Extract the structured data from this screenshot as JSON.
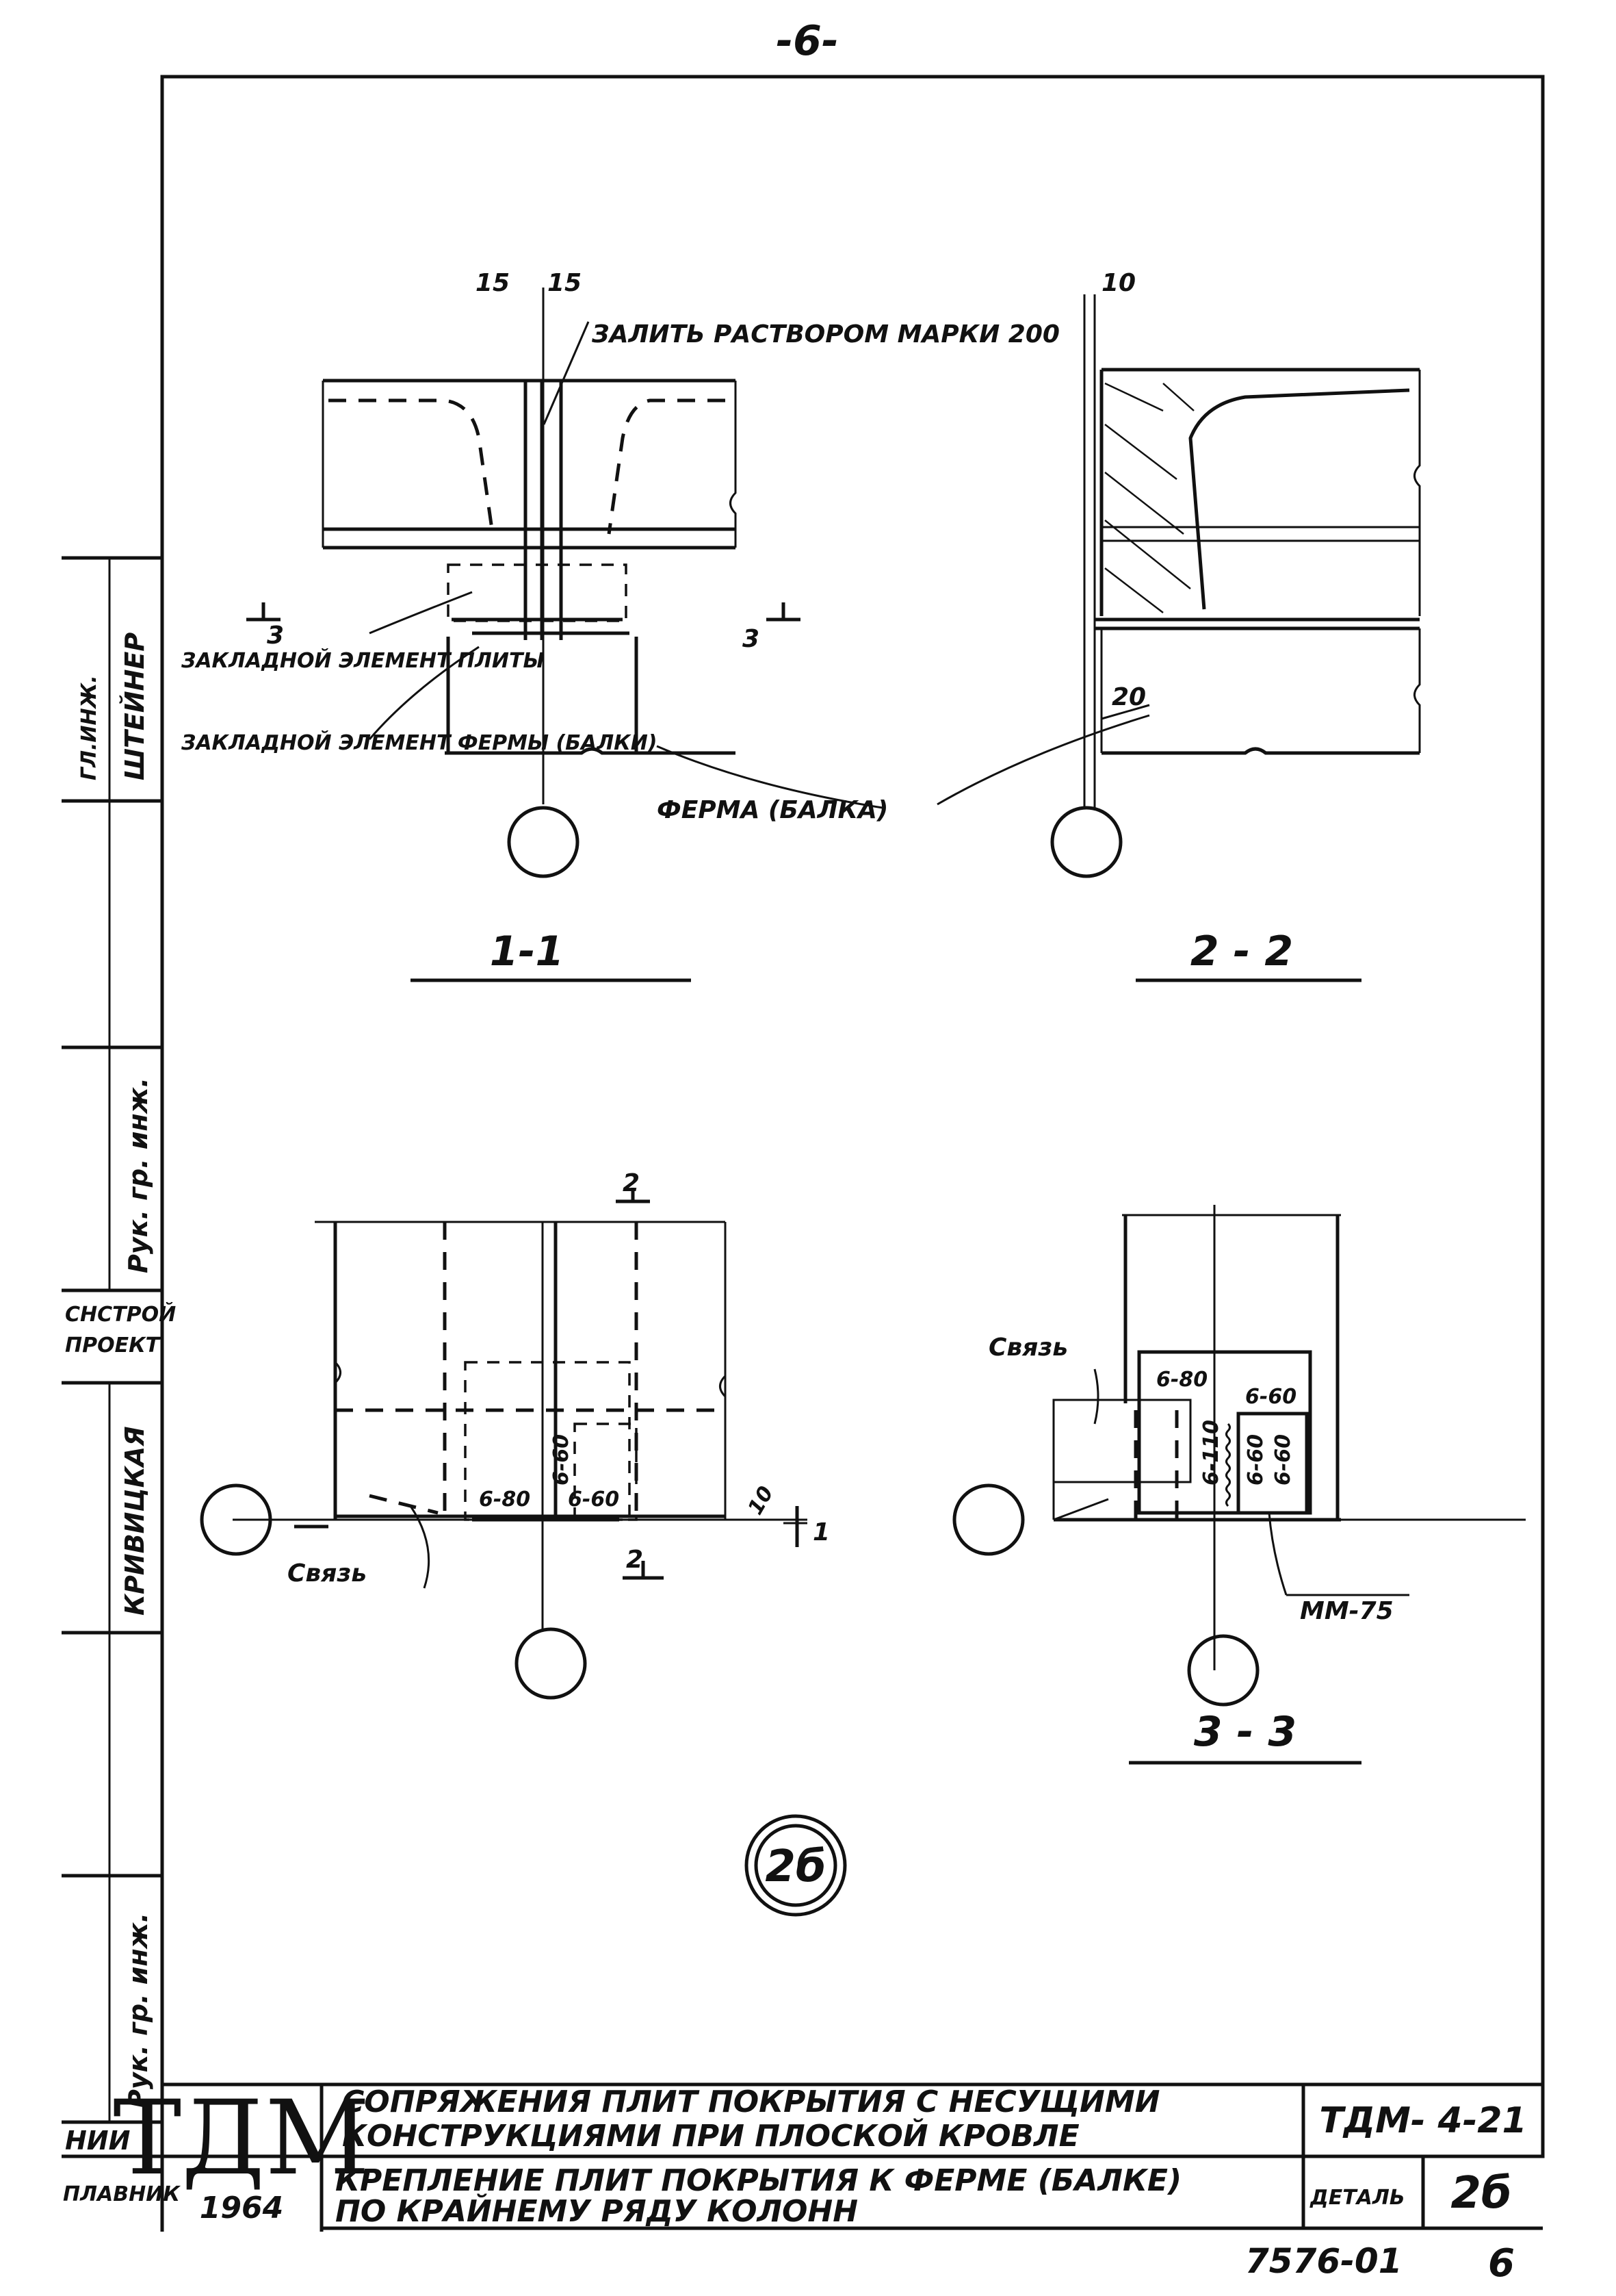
{
  "page_number": "-6-",
  "annotations": {
    "dim_15_left": "15",
    "dim_15_right": "15",
    "dim_10_top": "10",
    "mortar_note": "ЗАЛИТЬ РАСТВОРОМ МАРКИ 200",
    "embed_plate_label": "ЗАКЛАДНОЙ ЭЛЕМЕНТ ПЛИТЫ",
    "embed_truss_label": "ЗАКЛАДНОЙ ЭЛЕМЕНТ ФЕРМЫ (БАЛКИ)",
    "truss_label": "ФЕРМА (БАЛКА)",
    "cut3_left": "3",
    "cut3_right": "3",
    "dim_20": "20",
    "cut2_top": "2",
    "cut2_bottom": "2",
    "cut1": "1",
    "dim_10_plan": "10",
    "svyaz_left": "Связь",
    "svyaz_right": "Связь",
    "weld_6_60_a": "6-60",
    "weld_6_60_b": "6-60",
    "weld_6_80_a": "6-80",
    "weld_6_80_b": "6-80",
    "weld_6_60_c": "6-60",
    "weld_6_60_d": "6-60",
    "weld_6_60_e": "6-60",
    "weld_6_110": "6-110",
    "mm75": "ММ-75"
  },
  "sections": {
    "s1": "1-1",
    "s2": "2 - 2",
    "s3": "3 - 3"
  },
  "detail_mark": "2б",
  "side_stamp": {
    "top_name": "ШТЕЙНЕР",
    "top_role": "ГЛ.ИНЖ.",
    "row2": "Рук. гр. инж.",
    "org1": "СНСТРОЙ",
    "org2": "ПРОЕКТ",
    "name2": "КРИВИЦКАЯ",
    "row4": "Рук. гр. инж.",
    "bottom1": "НИИ",
    "bottom2": "ПЛАВНИК"
  },
  "title_block": {
    "logo": "ТДМ",
    "year": "1964",
    "title_line1": "СОПРЯЖЕНИЯ ПЛИТ ПОКРЫТИЯ С НЕСУЩИМИ",
    "title_line2": "КОНСТРУКЦИЯМИ ПРИ ПЛОСКОЙ КРОВЛЕ",
    "sub_line1": "КРЕПЛЕНИЕ ПЛИТ ПОКРЫТИЯ К ФЕРМЕ (БАЛКЕ)",
    "sub_line2": "ПО КРАЙНЕМУ РЯДУ КОЛОНН",
    "code": "ТДМ- 4-21",
    "detail_label": "ДЕТАЛЬ",
    "detail_value": "2б"
  },
  "footer": {
    "number": "7576-01",
    "sheet": "6"
  }
}
